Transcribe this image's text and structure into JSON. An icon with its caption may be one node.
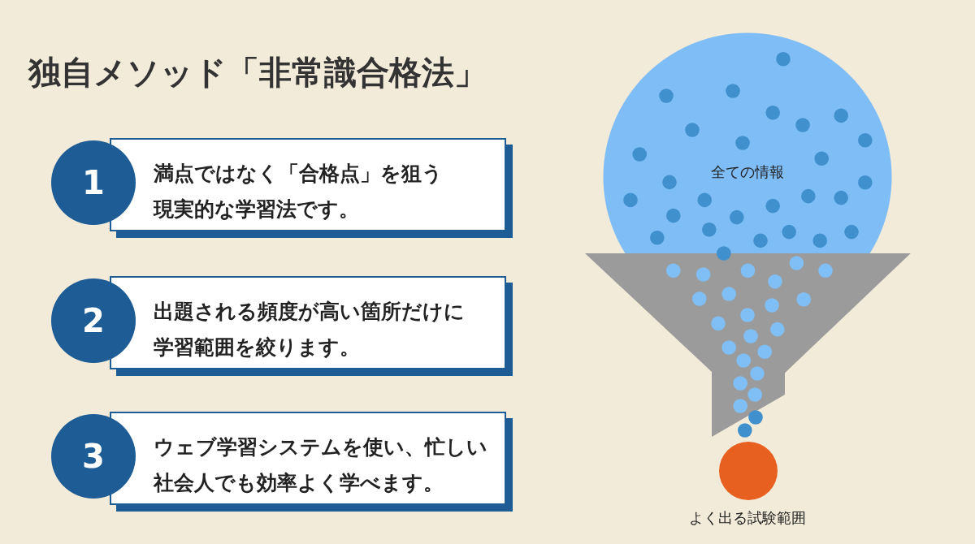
{
  "diagram": {
    "title": "独自メソッド「非常識合格法」",
    "nodes": [
      {
        "text": [
          "1"
        ]
      },
      {
        "text": [
          "満点ではなく「合格点」を狙う現実的な学習法です。"
        ]
      },
      {
        "text": [
          "2"
        ]
      },
      {
        "text": [
          "出題される頻度が高い箇所だけに学習範囲を絞ります。"
        ]
      },
      {
        "text": [
          "3"
        ]
      },
      {
        "text": [
          "ウェブ学習システムを使い、忙しい社会人でも効率よく学べます。"
        ]
      },
      {
        "text": [
          "全ての情報"
        ]
      },
      {
        "text": [
          "よく出る試験範囲"
        ]
      }
    ],
    "edges": []
  }
}
